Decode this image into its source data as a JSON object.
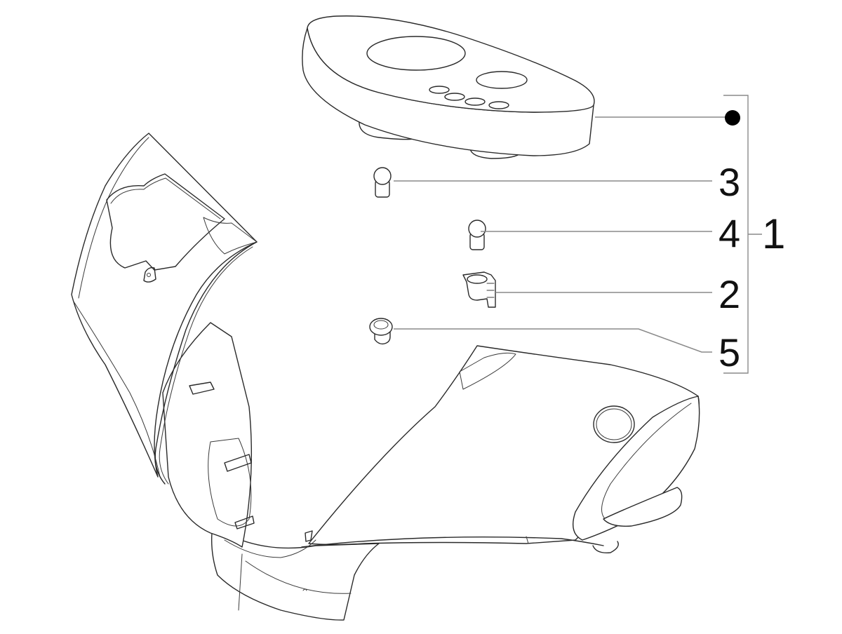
{
  "diagram": {
    "type": "exploded-parts-view",
    "background": "#ffffff",
    "line_color": "#2a2a2a",
    "leader_color": "#8a8a8a",
    "parts": [
      {
        "name": "instrument-panel-cover",
        "description": "oval dashboard cover with two gauge openings and four small indicator holes"
      },
      {
        "name": "bulb-upper",
        "description": "small bulb"
      },
      {
        "name": "bulb-lower",
        "description": "small bulb"
      },
      {
        "name": "bulb-socket",
        "description": "bulb holder clip"
      },
      {
        "name": "grommet",
        "description": "rubber grommet"
      },
      {
        "name": "handlebar-front-cover",
        "description": "handlebar front shield cover"
      }
    ],
    "callouts": {
      "dot": {
        "label": "●",
        "target": "instrument-panel-cover"
      },
      "item_3": {
        "label": "3",
        "target": "bulb-upper"
      },
      "item_4": {
        "label": "4",
        "target": "bulb-lower"
      },
      "item_2": {
        "label": "2",
        "target": "bulb-socket"
      },
      "item_5": {
        "label": "5",
        "target": "grommet"
      },
      "item_1": {
        "label": "1",
        "target": "assembly-group"
      }
    }
  }
}
